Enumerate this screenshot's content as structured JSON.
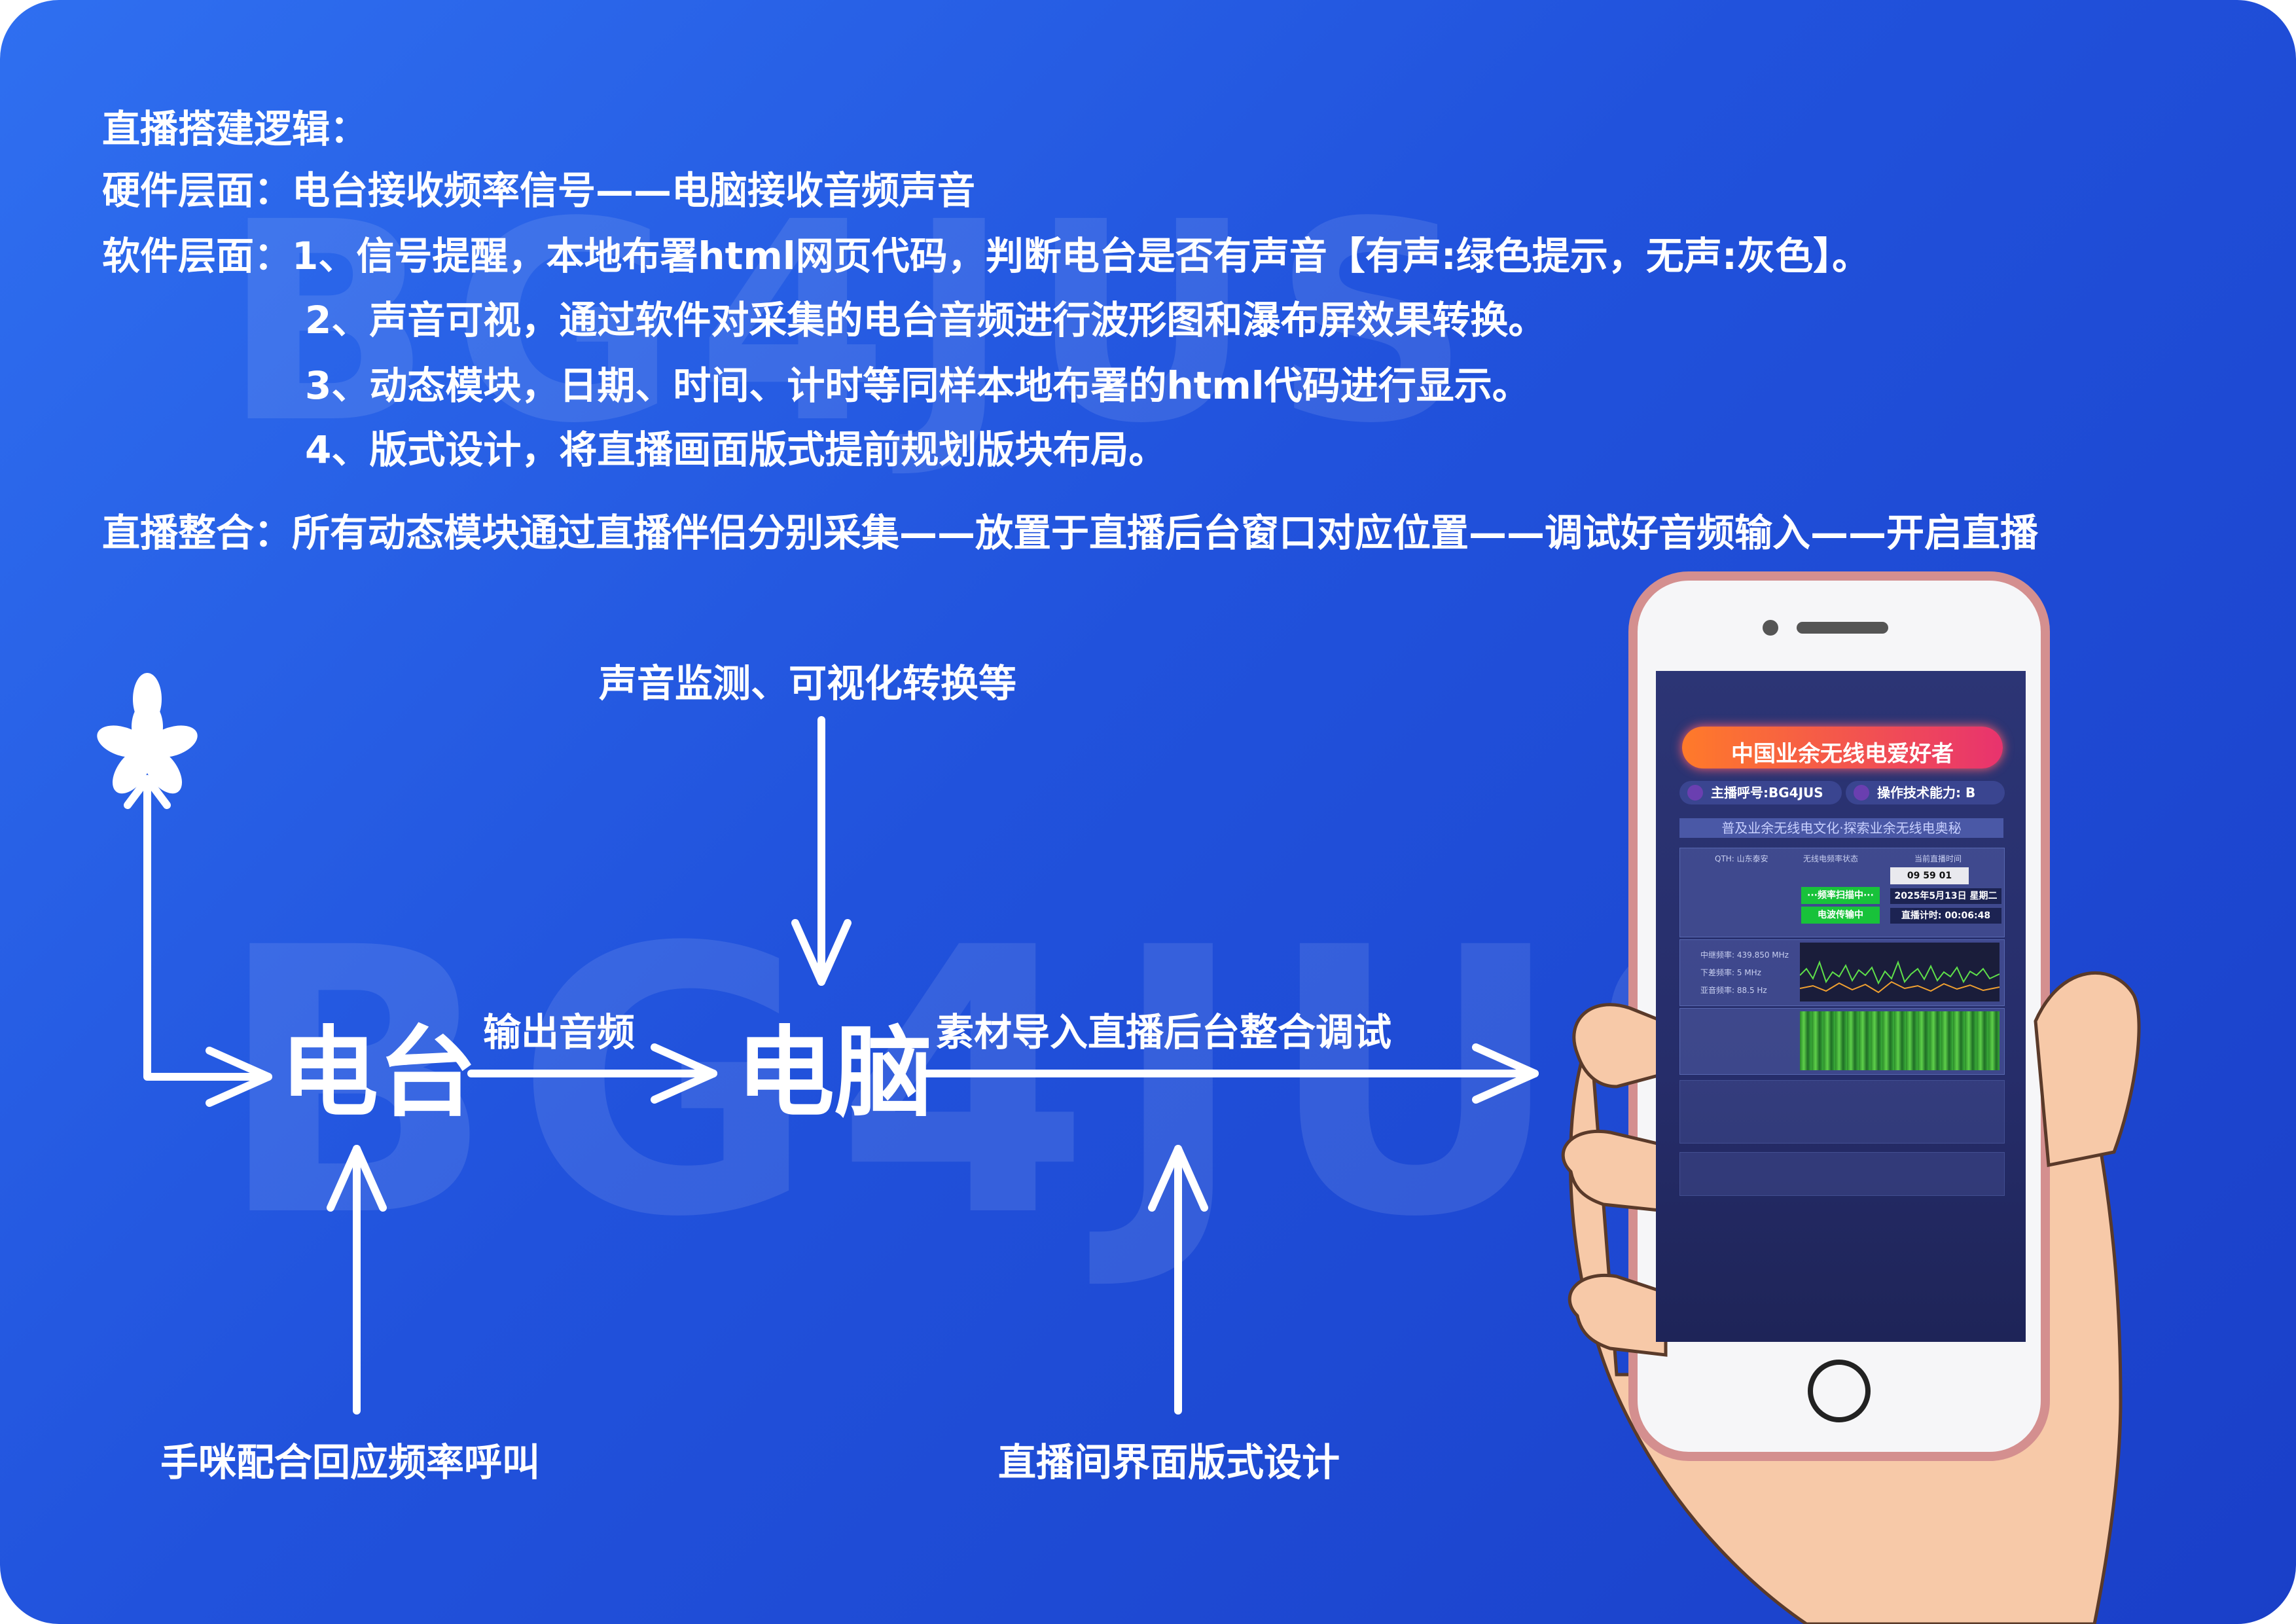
{
  "intro": {
    "line1": "直播搭建逻辑：",
    "line2": "硬件层面：电台接收频率信号——电脑接收音频声音",
    "line3": "软件层面：1、信号提醒，本地布署html网页代码，判断电台是否有声音【有声:绿色提示，无声:灰色】。",
    "line4": "2、声音可视，通过软件对采集的电台音频进行波形图和瀑布屏效果转换。",
    "line5": "3、动态模块，日期、时间、计时等同样本地布署的html代码进行显示。",
    "line6": "4、版式设计，将直播画面版式提前规划版块布局。",
    "line7": "直播整合：所有动态模块通过直播伴侣分别采集——放置于直播后台窗口对应位置——调试好音频输入——开启直播"
  },
  "watermark": "BG4JUS",
  "flow": {
    "node_radio": "电台",
    "node_pc": "电脑",
    "edge_radio_pc": "输出音频",
    "edge_pc_phone": "素材导入直播后台整合调试",
    "label_monitor": "声音监测、可视化转换等",
    "label_mic": "手咪配合回应频率呼叫",
    "label_layout": "直播间界面版式设计",
    "antenna_symbol": "*"
  },
  "phone": {
    "title": "中国业余无线电爱好者",
    "host": "主播呼号:BG4JUS",
    "level": "操作技术能力: B",
    "banner": "普及业余无线电文化·探索业余无线电奥秘",
    "station_header": "QTH: 山东泰安",
    "status_header": "无线电频率状态",
    "time_header": "当前直播时间",
    "scanning": "···频率扫描中···",
    "transmitting": "电波传输中",
    "clock": "09 59 01",
    "date": "2025年5月13日 星期二",
    "timer": "直播计时: 00:06:48",
    "rx_freq": "中继频率: 439.850 MHz",
    "offset": "下差频率: 5 MHz",
    "tone": "亚音频率: 88.5 Hz",
    "colors": {
      "pill_start": "#ff7a2a",
      "pill_end": "#e8336e",
      "signal_green": "#18c23a"
    }
  },
  "colors": {
    "bg_start": "#2f6ff0",
    "bg_end": "#1a3fc8",
    "text": "#ffffff"
  }
}
